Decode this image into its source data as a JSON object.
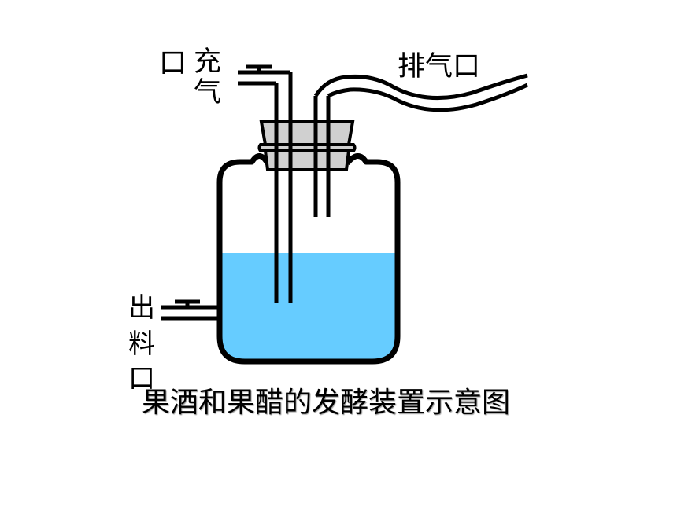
{
  "labels": {
    "inlet_port": "口",
    "inlet_chong": "充",
    "inlet_qi": "气",
    "exhaust": "排气口",
    "outlet_chars": [
      "出",
      "料",
      "口"
    ]
  },
  "caption": "果酒和果醋的发酵装置示意图",
  "colors": {
    "liquid": "#66ccff",
    "stopper": "#d0d0d0",
    "outline": "#000000"
  }
}
